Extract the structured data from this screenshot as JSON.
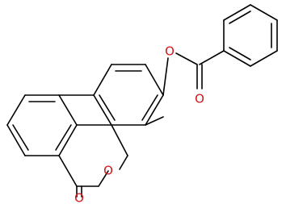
{
  "molecule": {
    "atoms": {
      "ring_oxygen": "O",
      "ester_oxygen": "O",
      "carbonyl_oxygen_benzoate": "O",
      "carbonyl_oxygen_lactone": "O"
    }
  },
  "colors": {
    "bond": "#000000",
    "heteroatom": "#d2171c",
    "background": "#ffffff"
  }
}
